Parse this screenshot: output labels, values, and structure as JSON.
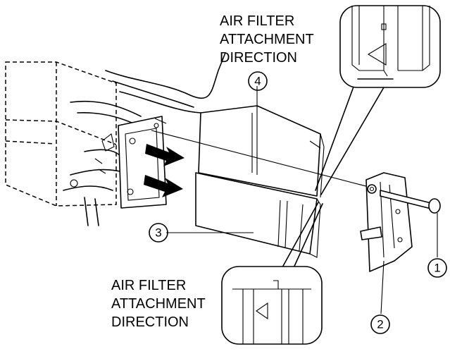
{
  "labels": {
    "top_direction": [
      "AIR FILTER",
      "ATTACHMENT",
      "DIRECTION"
    ],
    "bottom_direction": [
      "AIR FILTER",
      "ATTACHMENT",
      "DIRECTION"
    ]
  },
  "callouts": {
    "bolt": "1",
    "cover": "2",
    "lower_filter": "3",
    "upper_filter": "4"
  },
  "colors": {
    "ink": "#000000",
    "paper": "#ffffff"
  }
}
